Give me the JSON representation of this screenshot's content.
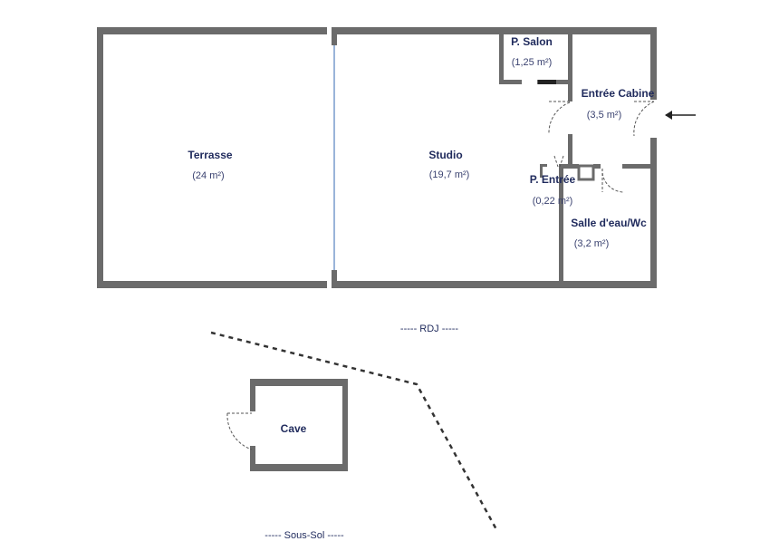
{
  "colors": {
    "wall": "#6b6b6b",
    "text": "#1f2a5c",
    "window": "#9ab4d9"
  },
  "rooms": {
    "terrasse": {
      "name": "Terrasse",
      "area": "(24 m²)"
    },
    "studio": {
      "name": "Studio",
      "area": "(19,7 m²)"
    },
    "p_salon": {
      "name": "P. Salon",
      "area": "(1,25 m²)"
    },
    "entree_cabine": {
      "name": "Entrée Cabine",
      "area": "(3,5 m²)"
    },
    "p_entree": {
      "name": "P. Entrée",
      "area": "(0,22 m²)"
    },
    "salle_eau": {
      "name": "Salle d'eau/Wc",
      "area": "(3,2 m²)"
    },
    "cave": {
      "name": "Cave"
    }
  },
  "levels": {
    "rdj": "----- RDJ -----",
    "sous_sol": "----- Sous-Sol -----"
  },
  "icons": {
    "entrance": "arrow-left-icon"
  }
}
